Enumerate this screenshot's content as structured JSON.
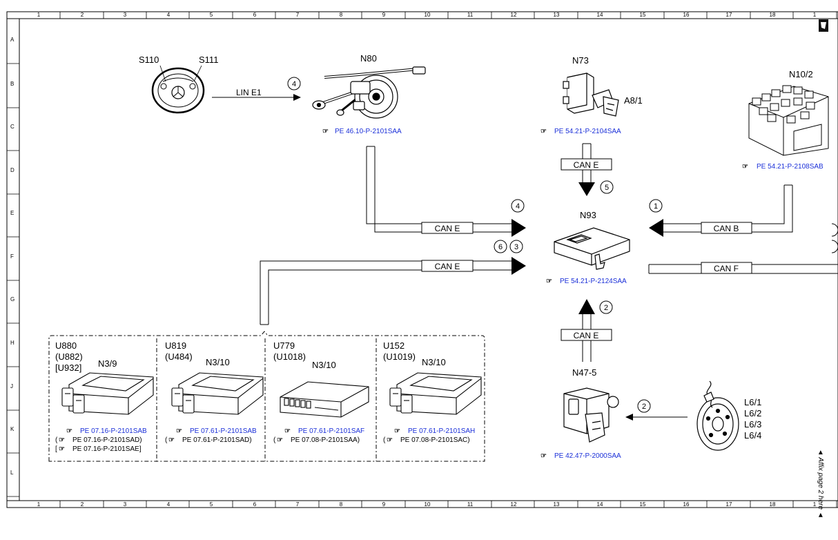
{
  "grid": {
    "columns": [
      "1",
      "2",
      "3",
      "4",
      "5",
      "6",
      "7",
      "8",
      "9",
      "10",
      "11",
      "12",
      "13",
      "14",
      "15",
      "16",
      "17",
      "18",
      "1"
    ],
    "rows": [
      "A",
      "B",
      "C",
      "D",
      "E",
      "F",
      "G",
      "H",
      "J",
      "K",
      "L"
    ]
  },
  "components": {
    "s110": "S110",
    "s111": "S111",
    "n80": "N80",
    "n73": "N73",
    "a8_1": "A8/1",
    "n10_2": "N10/2",
    "n93": "N93",
    "n47_5": "N47-5",
    "l6": [
      "L6/1",
      "L6/2",
      "L6/3",
      "L6/4"
    ]
  },
  "buses": {
    "lin": "LIN E1",
    "can_e": "CAN E",
    "can_b": "CAN B",
    "can_f": "CAN F"
  },
  "markers": {
    "lin_n80": "4",
    "n73_down": "5",
    "cane_upper": "4",
    "canb": "1",
    "cane_lower_a": "6",
    "cane_lower_b": "3",
    "n47_up": "2",
    "wheel": "2"
  },
  "refs": {
    "n80": "PE 46.10-P-2101SAA",
    "n73": "PE 54.21-P-2104SAA",
    "n10_2": "PE 54.21-P-2108SAB",
    "n93": "PE 54.21-P-2124SAA",
    "n47_5": "PE 42.47-P-2000SAA"
  },
  "modules": [
    {
      "codes": [
        "U880",
        "(U882)",
        "[U932]"
      ],
      "name": "N3/9",
      "refs": [
        "PE 07.16-P-2101SAB",
        "PE 07.16-P-2101SAD)",
        "PE 07.16-P-2101SAE]"
      ],
      "ref_prefix": [
        "",
        "(",
        "["
      ]
    },
    {
      "codes": [
        "U819",
        "(U484)"
      ],
      "name": "N3/10",
      "refs": [
        "PE 07.61-P-2101SAB",
        "PE 07.61-P-2101SAD)"
      ],
      "ref_prefix": [
        "",
        "("
      ]
    },
    {
      "codes": [
        "U779",
        "(U1018)"
      ],
      "name": "N3/10",
      "refs": [
        "PE 07.61-P-2101SAF",
        "PE 07.08-P-2101SAA)"
      ],
      "ref_prefix": [
        "",
        "("
      ]
    },
    {
      "codes": [
        "U152",
        "(U1019)"
      ],
      "name": "N3/10",
      "refs": [
        "PE 07.61-P-2101SAH",
        "PE 07.08-P-2101SAC)"
      ],
      "ref_prefix": [
        "",
        "("
      ]
    }
  ],
  "side_note": "◄ Affix page 2 here ◄"
}
